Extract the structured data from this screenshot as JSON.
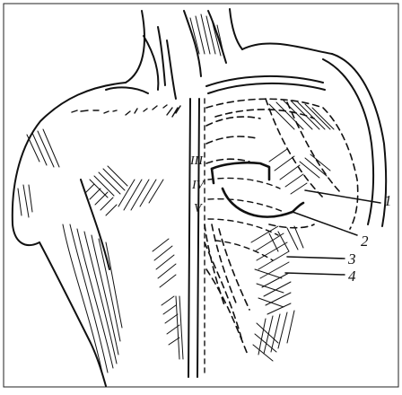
{
  "figure": {
    "callouts": [
      "1",
      "2",
      "3",
      "4"
    ],
    "rib_labels": [
      "III",
      "IV",
      "V"
    ],
    "ink_color": "#111111",
    "background": "#ffffff"
  }
}
